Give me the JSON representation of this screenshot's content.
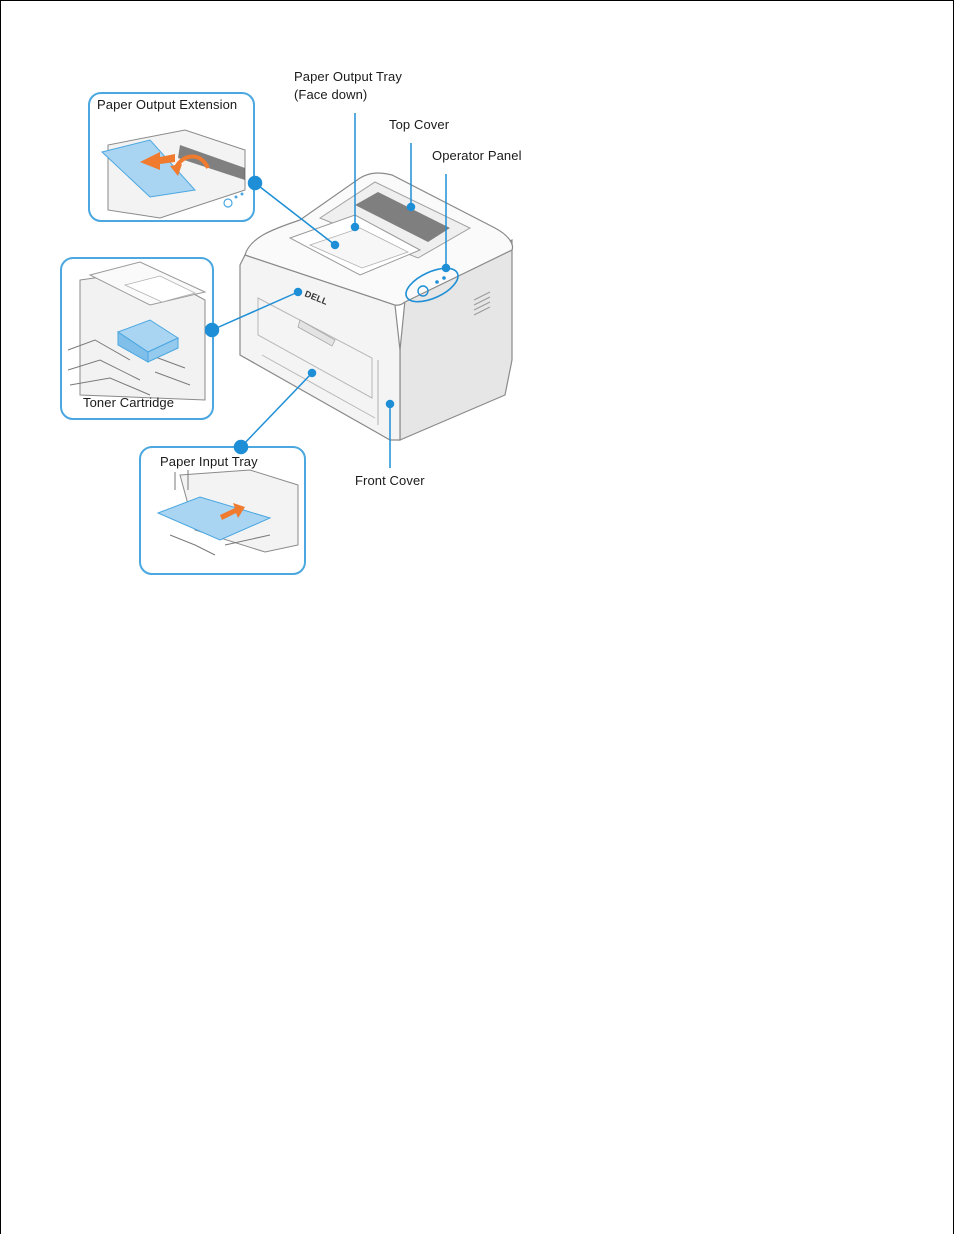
{
  "labels": {
    "paper_output_tray_line1": "Paper Output Tray",
    "paper_output_tray_line2": "(Face down)",
    "top_cover": "Top Cover",
    "operator_panel": "Operator Panel",
    "paper_output_extension": "Paper Output Extension",
    "toner_cartridge": "Toner Cartridge",
    "paper_input_tray": "Paper Input Tray",
    "front_cover": "Front Cover",
    "brand_logo": "DELL"
  },
  "colors": {
    "callout_blue": "#1e8fd6",
    "inset_border": "#4aa7e0",
    "printer_body": "#f4f4f4",
    "printer_edge": "#8a8a8a",
    "paper_blue": "#a9d4f2",
    "arrow_orange": "#f07a2e"
  }
}
